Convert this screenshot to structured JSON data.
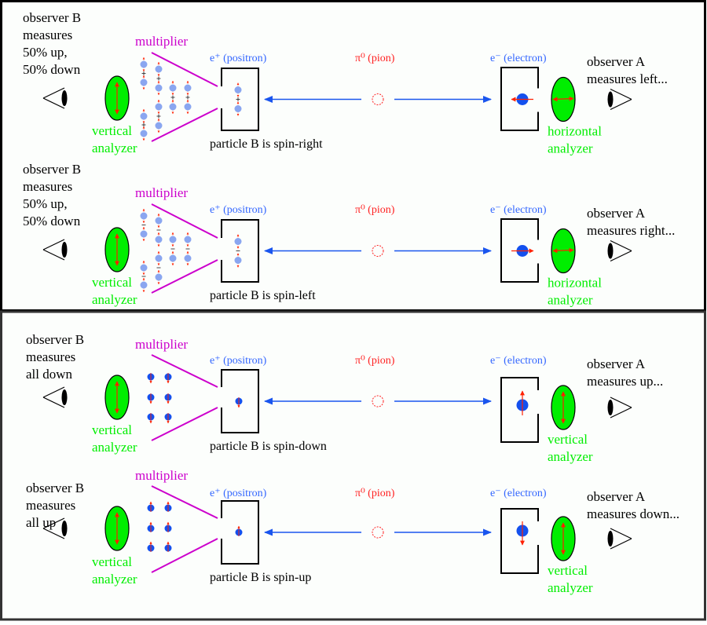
{
  "colors": {
    "background": "#fcfefc",
    "frame": "#000000",
    "text": "#000000",
    "positron_label": "#3366ff",
    "electron_label": "#3366ff",
    "pion": "#ff2020",
    "multiplier": "#cc00cc",
    "analyzer_fill": "#00ee00",
    "analyzer_label": "#00ee00",
    "arrow_beam": "#1a55ee",
    "spin_arrow": "#ff2000",
    "particle_dim": "#8aa6f0",
    "particle_solid": "#1450ee"
  },
  "panels": [
    {
      "id": "spin-right",
      "observer_b_lines": [
        "observer B",
        "measures",
        "50% up,",
        "50% down"
      ],
      "multiplier_label": "multiplier",
      "left_analyzer": {
        "orientation": "vertical",
        "label_lines": [
          "vertical",
          "analyzer"
        ]
      },
      "positron_label": "e⁺ (positron)",
      "pion_label": "π⁰ (pion)",
      "electron_label": "e⁻ (electron)",
      "particle_b_caption": "particle B is spin-right",
      "particle_b_state": "superposition-plus",
      "cascade_state": "superposition-plus",
      "electron_spin": "left",
      "right_analyzer": {
        "orientation": "horizontal",
        "label_lines": [
          "horizontal",
          "analyzer"
        ]
      },
      "observer_a_lines": [
        "observer A",
        "measures left..."
      ]
    },
    {
      "id": "spin-left",
      "observer_b_lines": [
        "observer B",
        "measures",
        "50% up,",
        "50% down"
      ],
      "multiplier_label": "multiplier",
      "left_analyzer": {
        "orientation": "vertical",
        "label_lines": [
          "vertical",
          "analyzer"
        ]
      },
      "positron_label": "e⁺ (positron)",
      "pion_label": "π⁰ (pion)",
      "electron_label": "e⁻ (electron)",
      "particle_b_caption": "particle B is spin-left",
      "particle_b_state": "superposition-minus",
      "cascade_state": "superposition-minus",
      "electron_spin": "right",
      "right_analyzer": {
        "orientation": "horizontal",
        "label_lines": [
          "horizontal",
          "analyzer"
        ]
      },
      "observer_a_lines": [
        "observer A",
        "measures right..."
      ]
    },
    {
      "id": "spin-down",
      "observer_b_lines": [
        "observer B",
        "measures",
        "all down"
      ],
      "multiplier_label": "multiplier",
      "left_analyzer": {
        "orientation": "vertical",
        "label_lines": [
          "vertical",
          "analyzer"
        ]
      },
      "positron_label": "e⁺ (positron)",
      "pion_label": "π⁰ (pion)",
      "electron_label": "e⁻ (electron)",
      "particle_b_caption": "particle B is spin-down",
      "particle_b_state": "down",
      "cascade_state": "down",
      "electron_spin": "up",
      "right_analyzer": {
        "orientation": "vertical",
        "label_lines": [
          "vertical",
          "analyzer"
        ]
      },
      "observer_a_lines": [
        "observer A",
        "measures up..."
      ]
    },
    {
      "id": "spin-up",
      "observer_b_lines": [
        "observer B",
        "measures",
        "all up"
      ],
      "multiplier_label": "multiplier",
      "left_analyzer": {
        "orientation": "vertical",
        "label_lines": [
          "vertical",
          "analyzer"
        ]
      },
      "positron_label": "e⁺ (positron)",
      "pion_label": "π⁰ (pion)",
      "electron_label": "e⁻ (electron)",
      "particle_b_caption": "particle B is spin-up",
      "particle_b_state": "up",
      "cascade_state": "up",
      "electron_spin": "down",
      "right_analyzer": {
        "orientation": "vertical",
        "label_lines": [
          "vertical",
          "analyzer"
        ]
      },
      "observer_a_lines": [
        "observer A",
        "measures down..."
      ]
    }
  ]
}
